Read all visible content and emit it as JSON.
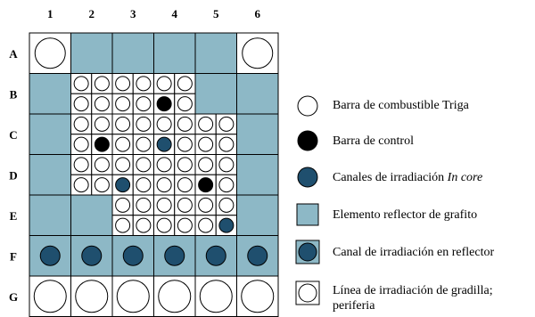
{
  "columns": [
    "1",
    "2",
    "3",
    "4",
    "5",
    "6"
  ],
  "rows": [
    "A",
    "B",
    "C",
    "D",
    "E",
    "F",
    "G"
  ],
  "colors": {
    "reflector": "#8db8c6",
    "irradiation": "#1f4f6e",
    "control": "#000000",
    "fuel": "#ffffff",
    "line": "#000000"
  },
  "legend": [
    {
      "kind": "fuel",
      "text": "Barra de combustible Triga"
    },
    {
      "kind": "control",
      "text": "Barra de control"
    },
    {
      "kind": "incore",
      "text": "Canales de irradiación ",
      "italic": "In core"
    },
    {
      "kind": "reflector",
      "text": "Elemento reflector de grafito"
    },
    {
      "kind": "reflector-channel",
      "text": "Canal de irradiación en reflector"
    },
    {
      "kind": "periphery",
      "text": "Línea de irradiación de gradilla;",
      "text2": "periferia"
    }
  ],
  "core": {
    "B": {
      "row1": [
        "fuel",
        "fuel",
        "fuel",
        "fuel",
        "fuel",
        "fuel"
      ],
      "row2": [
        "fuel",
        "fuel",
        "fuel",
        "fuel",
        "control",
        "fuel"
      ]
    },
    "C": {
      "row1": [
        "fuel",
        "fuel",
        "fuel",
        "fuel",
        "fuel",
        "fuel",
        "fuel",
        "fuel"
      ],
      "row2": [
        "fuel",
        "control",
        "fuel",
        "fuel",
        "incore",
        "fuel",
        "fuel",
        "fuel"
      ]
    },
    "D": {
      "row1": [
        "fuel",
        "fuel",
        "fuel",
        "fuel",
        "fuel",
        "fuel",
        "fuel",
        "fuel"
      ],
      "row2": [
        "fuel",
        "fuel",
        "incore",
        "fuel",
        "fuel",
        "fuel",
        "control",
        "fuel"
      ]
    },
    "E": {
      "row1": [
        "fuel",
        "fuel",
        "fuel",
        "fuel",
        "fuel",
        "fuel"
      ],
      "row2": [
        "fuel",
        "fuel",
        "fuel",
        "fuel",
        "fuel",
        "incore"
      ]
    }
  }
}
